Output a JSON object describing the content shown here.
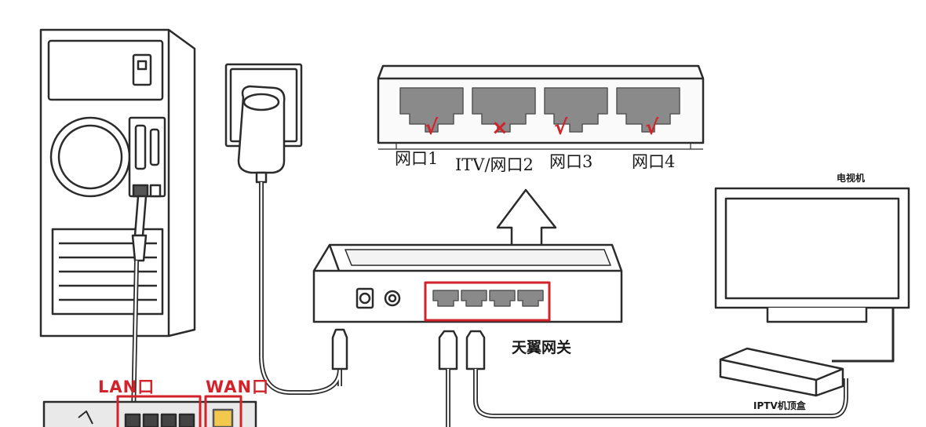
{
  "switch_ports": [
    {
      "label": "网口1",
      "mark": "√"
    },
    {
      "label": "ITV/网口2",
      "mark": "×"
    },
    {
      "label": "网口3",
      "mark": "√"
    },
    {
      "label": "网口4",
      "mark": "√"
    }
  ],
  "gateway_label": "天翼网关",
  "tv_label": "电视机",
  "stb_label": "IPTV机顶盒",
  "lan_label": "LAN口",
  "wan_label": "WAN口",
  "colors": {
    "line": "#2b2b2b",
    "highlight": "#d2232a",
    "fill_light": "#f3f3f3",
    "port_gray": "#8a8a8a"
  }
}
